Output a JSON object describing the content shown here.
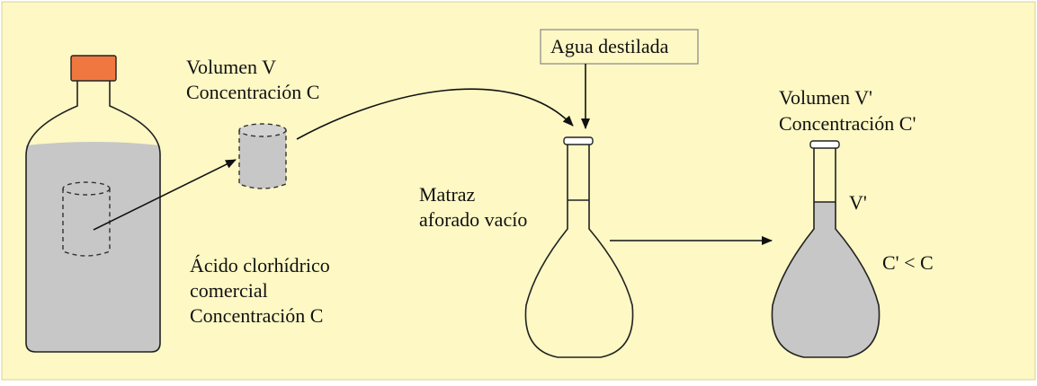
{
  "colors": {
    "background": "#fdf8c4",
    "liquid": "#c7c7c7",
    "cap": "#f07840",
    "outline": "#222222"
  },
  "labels": {
    "sample_volume": "Volumen V",
    "sample_concentration": "Concentración C",
    "water": "Agua destilada",
    "empty_flask_line1": "Matraz",
    "empty_flask_line2": "aforado vacío",
    "acid_line1": "Ácido clorhídrico",
    "acid_line2": "comercial",
    "acid_line3": "Concentración C",
    "final_volume": "Volumen V'",
    "final_concentration": "Concentración C'",
    "mark_label": "V'",
    "comparison": "C' < C"
  }
}
